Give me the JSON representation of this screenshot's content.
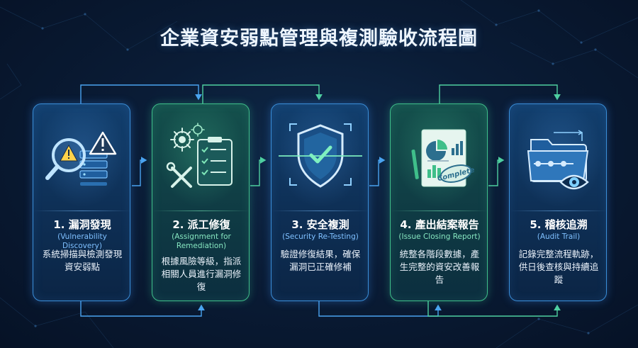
{
  "title": "企業資安弱點管理與複測驗收流程圖",
  "colors": {
    "blue": "#3a8ed8",
    "green": "#3fbf8a",
    "background": "#0a1c36",
    "subtitle_blue": "#7fc0ff",
    "subtitle_green": "#86e6c0"
  },
  "steps": [
    {
      "title": "1. 漏洞發現",
      "subtitle": "(Vulnerability Discovery)",
      "description": "系統掃描與檢測發現資安弱點",
      "icon": "vulnerability-scan-icon",
      "theme": "blue"
    },
    {
      "title": "2. 派工修復",
      "subtitle": "(Assignment for Remediation)",
      "description": "根據風險等級，指派相關人員進行漏洞修復",
      "icon": "gear-checklist-icon",
      "theme": "green"
    },
    {
      "title": "3. 安全複測",
      "subtitle": "(Security Re-Testing)",
      "description": "驗證修復結果，確保漏洞已正確修補",
      "icon": "shield-check-icon",
      "theme": "blue"
    },
    {
      "title": "4. 產出結案報告",
      "subtitle": "(Issue Closing Report)",
      "description": "統整各階段數據，產生完整的資安改善報告",
      "icon": "report-complete-icon",
      "theme": "green"
    },
    {
      "title": "5. 稽核追溯",
      "subtitle": "(Audit Trail)",
      "description": "記錄完整流程軌跡，供日後查核與持續追蹤",
      "icon": "folder-eye-icon",
      "theme": "blue"
    }
  ],
  "icons": {
    "stamp_text": "Complete"
  }
}
